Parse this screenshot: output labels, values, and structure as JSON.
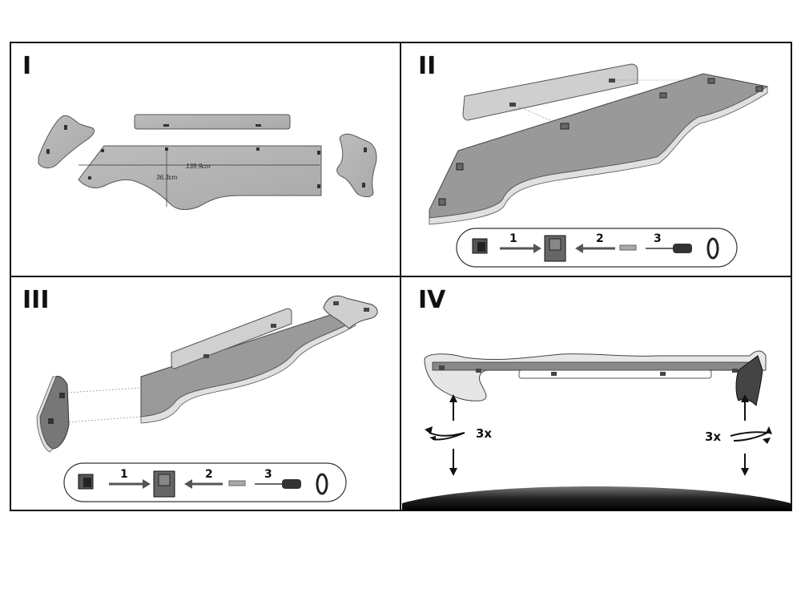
{
  "panels": [
    {
      "label": "I"
    },
    {
      "label": "II"
    },
    {
      "label": "III"
    },
    {
      "label": "IV"
    }
  ],
  "dimensions": {
    "length": "139,9cm",
    "height": "36,3cm"
  },
  "steps": {
    "s1": "1",
    "s2": "2",
    "s3": "3"
  },
  "repeat_label": "3x",
  "icons": [
    "clip-icon",
    "clip-mounted-icon",
    "screw-icon",
    "screwdriver-icon",
    "ring-icon",
    "rotate-arrow-icon",
    "arrow-up-icon",
    "arrow-down-icon"
  ]
}
